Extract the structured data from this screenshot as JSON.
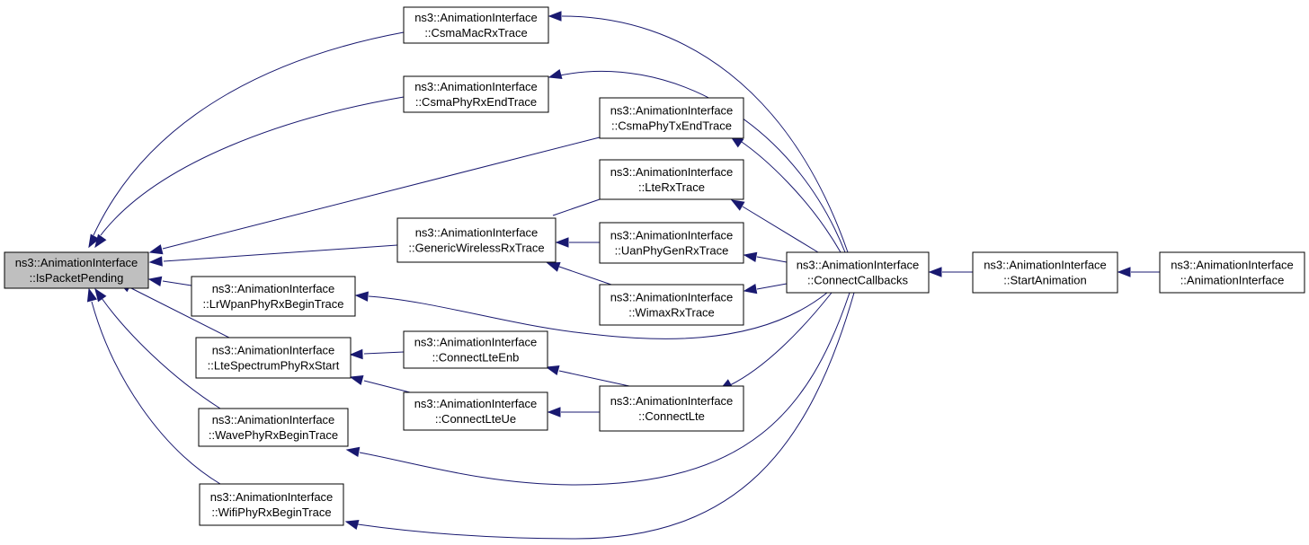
{
  "colors": {
    "edge": "#191970",
    "focus_fill": "#bfbfbf",
    "node_fill": "#ffffff",
    "border": "#000000"
  },
  "nodes": [
    {
      "id": "ispacketpending",
      "line1": "ns3::AnimationInterface",
      "line2": "::IsPacketPending",
      "focus": true
    },
    {
      "id": "csmamacrx",
      "line1": "ns3::AnimationInterface",
      "line2": "::CsmaMacRxTrace"
    },
    {
      "id": "csmaphyrxend",
      "line1": "ns3::AnimationInterface",
      "line2": "::CsmaPhyRxEndTrace"
    },
    {
      "id": "csmaphytxend",
      "line1": "ns3::AnimationInterface",
      "line2": "::CsmaPhyTxEndTrace"
    },
    {
      "id": "lterx",
      "line1": "ns3::AnimationInterface",
      "line2": "::LteRxTrace"
    },
    {
      "id": "genericwirelessrx",
      "line1": "ns3::AnimationInterface",
      "line2": "::GenericWirelessRxTrace"
    },
    {
      "id": "uanphygenrx",
      "line1": "ns3::AnimationInterface",
      "line2": "::UanPhyGenRxTrace"
    },
    {
      "id": "wimaxrx",
      "line1": "ns3::AnimationInterface",
      "line2": "::WimaxRxTrace"
    },
    {
      "id": "lrwpanphyrxbegin",
      "line1": "ns3::AnimationInterface",
      "line2": "::LrWpanPhyRxBeginTrace"
    },
    {
      "id": "ltespectrumphyrxstart",
      "line1": "ns3::AnimationInterface",
      "line2": "::LteSpectrumPhyRxStart"
    },
    {
      "id": "connectlteenb",
      "line1": "ns3::AnimationInterface",
      "line2": "::ConnectLteEnb"
    },
    {
      "id": "connectlteue",
      "line1": "ns3::AnimationInterface",
      "line2": "::ConnectLteUe"
    },
    {
      "id": "connectlte",
      "line1": "ns3::AnimationInterface",
      "line2": "::ConnectLte"
    },
    {
      "id": "wavephyrxbegin",
      "line1": "ns3::AnimationInterface",
      "line2": "::WavePhyRxBeginTrace"
    },
    {
      "id": "wifiphyrxbegin",
      "line1": "ns3::AnimationInterface",
      "line2": "::WifiPhyRxBeginTrace"
    },
    {
      "id": "connectcallbacks",
      "line1": "ns3::AnimationInterface",
      "line2": "::ConnectCallbacks"
    },
    {
      "id": "startanimation",
      "line1": "ns3::AnimationInterface",
      "line2": "::StartAnimation"
    },
    {
      "id": "animationinterface",
      "line1": "ns3::AnimationInterface",
      "line2": "::AnimationInterface"
    }
  ],
  "edges": [
    {
      "from": "csmamacrx",
      "to": "ispacketpending"
    },
    {
      "from": "csmaphyrxend",
      "to": "ispacketpending"
    },
    {
      "from": "csmaphytxend",
      "to": "ispacketpending"
    },
    {
      "from": "genericwirelessrx",
      "to": "ispacketpending"
    },
    {
      "from": "lrwpanphyrxbegin",
      "to": "ispacketpending"
    },
    {
      "from": "ltespectrumphyrxstart",
      "to": "ispacketpending"
    },
    {
      "from": "wavephyrxbegin",
      "to": "ispacketpending"
    },
    {
      "from": "wifiphyrxbegin",
      "to": "ispacketpending"
    },
    {
      "from": "lterx",
      "to": "genericwirelessrx"
    },
    {
      "from": "uanphygenrx",
      "to": "genericwirelessrx"
    },
    {
      "from": "wimaxrx",
      "to": "genericwirelessrx"
    },
    {
      "from": "connectlteenb",
      "to": "ltespectrumphyrxstart"
    },
    {
      "from": "connectlteue",
      "to": "ltespectrumphyrxstart"
    },
    {
      "from": "connectlte",
      "to": "connectlteenb"
    },
    {
      "from": "connectlte",
      "to": "connectlteue"
    },
    {
      "from": "connectcallbacks",
      "to": "csmamacrx"
    },
    {
      "from": "connectcallbacks",
      "to": "csmaphyrxend"
    },
    {
      "from": "connectcallbacks",
      "to": "csmaphytxend"
    },
    {
      "from": "connectcallbacks",
      "to": "lterx"
    },
    {
      "from": "connectcallbacks",
      "to": "uanphygenrx"
    },
    {
      "from": "connectcallbacks",
      "to": "wimaxrx"
    },
    {
      "from": "connectcallbacks",
      "to": "lrwpanphyrxbegin"
    },
    {
      "from": "connectcallbacks",
      "to": "connectlte"
    },
    {
      "from": "connectcallbacks",
      "to": "wavephyrxbegin"
    },
    {
      "from": "connectcallbacks",
      "to": "wifiphyrxbegin"
    },
    {
      "from": "startanimation",
      "to": "connectcallbacks"
    },
    {
      "from": "animationinterface",
      "to": "startanimation"
    }
  ]
}
